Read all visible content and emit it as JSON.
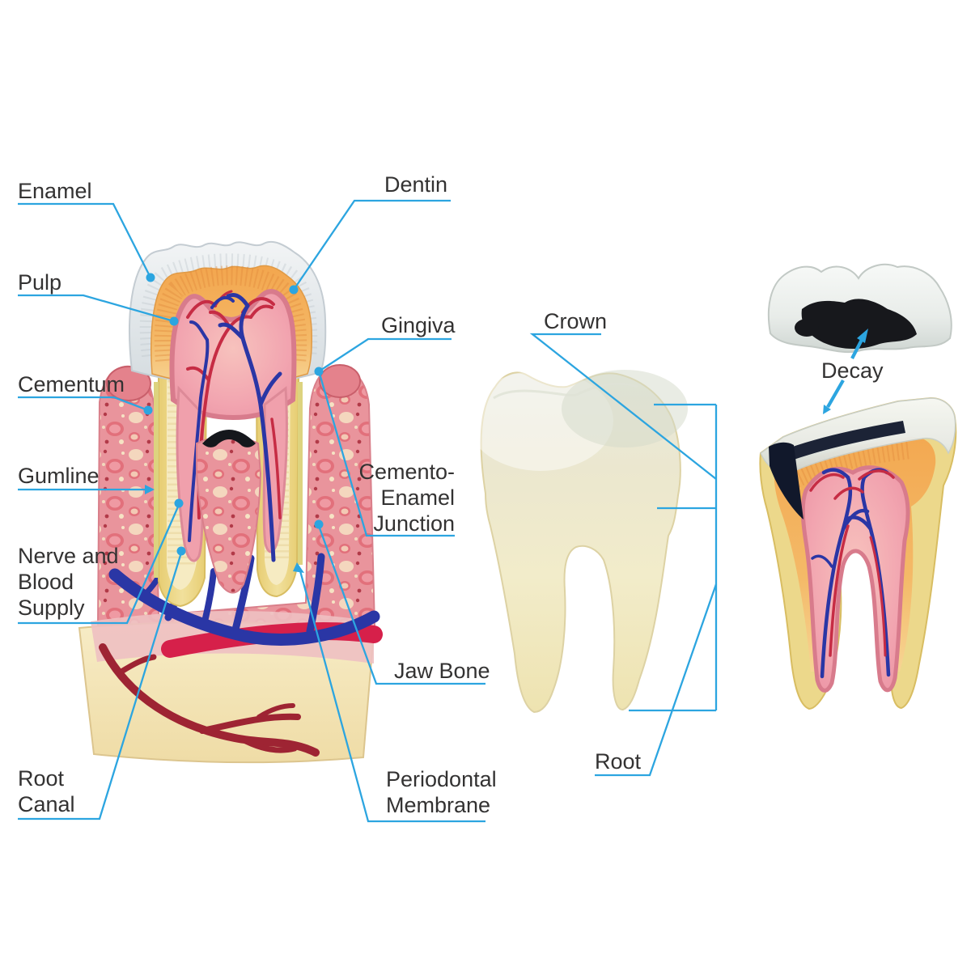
{
  "title": "Dental anatomy diagram: tooth cross-section, whole tooth and decayed tooth",
  "colors": {
    "background": "#ffffff",
    "leader": "#2ca5e0",
    "text": "#333232",
    "enamel": "#e3e8ea",
    "dentin": "#f2a752",
    "pulp": "#ef9aa6",
    "pulp_border": "#d87b8c",
    "cementum": "#ddd37f",
    "root_yellow": "#e9d077",
    "bone_pink": "#e9949c",
    "bone_blob": "#e2707b",
    "jaw_cream": "#f4e6bd",
    "vein_blue": "#2a36a5",
    "artery_red": "#c62c44",
    "artery_crimson": "#d6204a",
    "artery_dark": "#9e2433",
    "decay_black": "#15171c",
    "tooth_ivory": "#f0e9cb"
  },
  "models": {
    "cross_section": {
      "name": "Tooth cross-section in jaw bone"
    },
    "whole_tooth": {
      "name": "Whole molar tooth"
    },
    "decayed_tooth": {
      "name": "Decayed tooth with lifted crown cap"
    }
  },
  "labels": {
    "enamel": {
      "text": "Enamel"
    },
    "pulp": {
      "text": "Pulp"
    },
    "cementum": {
      "text": "Cementum"
    },
    "gumline": {
      "text": "Gumline"
    },
    "nerve_blood": {
      "lines": [
        "Nerve and",
        "Blood",
        "Supply"
      ]
    },
    "root_canal": {
      "lines": [
        "Root",
        "Canal"
      ]
    },
    "dentin": {
      "text": "Dentin"
    },
    "gingiva": {
      "text": "Gingiva"
    },
    "cej": {
      "lines": [
        "Cemento-",
        "Enamel",
        "Junction"
      ]
    },
    "jaw_bone": {
      "text": "Jaw Bone"
    },
    "periodontal": {
      "lines": [
        "Periodontal",
        "Membrane"
      ]
    },
    "crown": {
      "text": "Crown"
    },
    "root": {
      "text": "Root"
    },
    "decay": {
      "text": "Decay"
    }
  }
}
